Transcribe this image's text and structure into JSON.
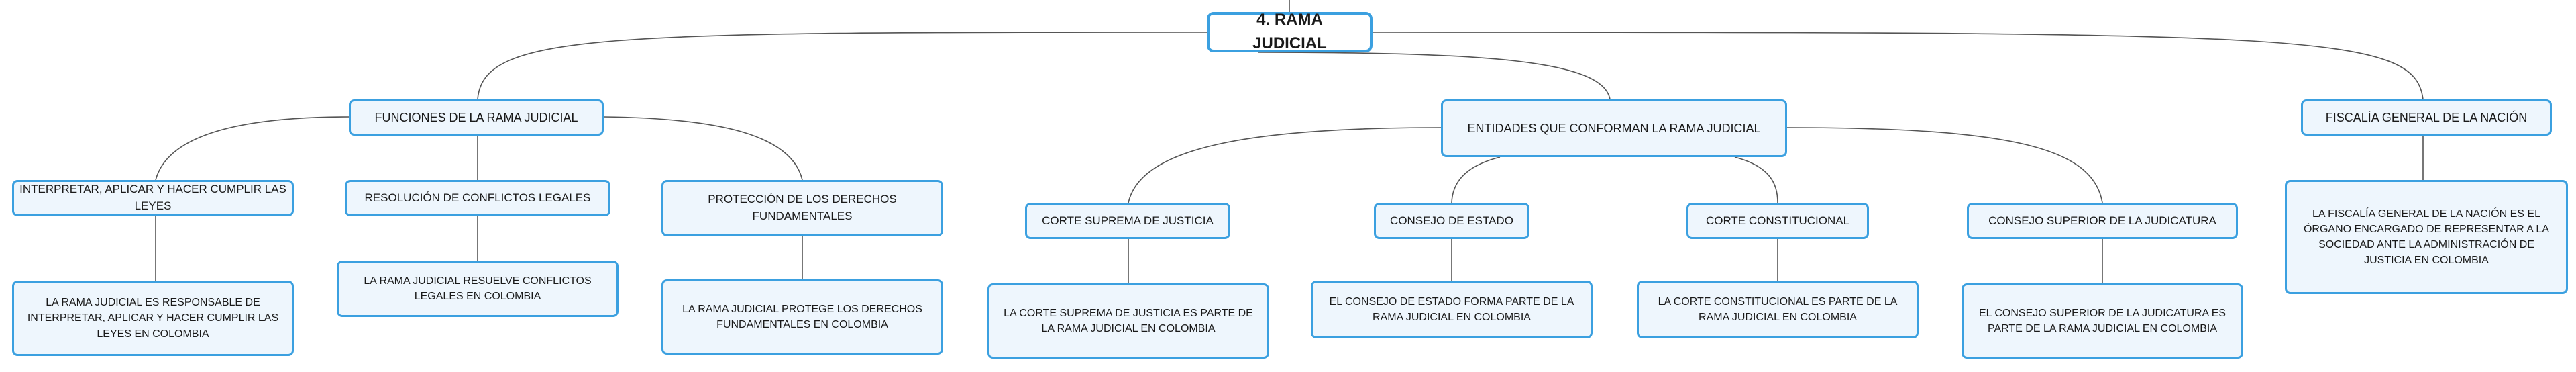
{
  "root": {
    "title": "4. RAMA JUDICIAL"
  },
  "branches": [
    {
      "label": "FUNCIONES DE LA RAMA JUDICIAL",
      "children": [
        {
          "label": "INTERPRETAR, APLICAR Y HACER CUMPLIR LAS LEYES",
          "detail": "LA RAMA JUDICIAL ES RESPONSABLE DE INTERPRETAR, APLICAR Y HACER CUMPLIR LAS LEYES EN COLOMBIA"
        },
        {
          "label": "RESOLUCIÓN DE CONFLICTOS LEGALES",
          "detail": "LA RAMA JUDICIAL RESUELVE CONFLICTOS LEGALES EN COLOMBIA"
        },
        {
          "label": "PROTECCIÓN DE LOS DERECHOS FUNDAMENTALES",
          "detail": "LA RAMA JUDICIAL PROTEGE LOS DERECHOS FUNDAMENTALES EN COLOMBIA"
        }
      ]
    },
    {
      "label": "ENTIDADES QUE CONFORMAN LA RAMA JUDICIAL",
      "children": [
        {
          "label": "CORTE SUPREMA DE JUSTICIA",
          "detail": "LA CORTE SUPREMA DE JUSTICIA ES PARTE DE LA RAMA JUDICIAL EN COLOMBIA"
        },
        {
          "label": "CONSEJO DE ESTADO",
          "detail": "EL CONSEJO DE ESTADO FORMA PARTE DE LA RAMA JUDICIAL EN COLOMBIA"
        },
        {
          "label": "CORTE CONSTITUCIONAL",
          "detail": "LA CORTE CONSTITUCIONAL ES PARTE DE LA RAMA JUDICIAL EN COLOMBIA"
        },
        {
          "label": "CONSEJO SUPERIOR DE LA JUDICATURA",
          "detail": "EL CONSEJO SUPERIOR DE LA JUDICATURA ES PARTE DE LA RAMA JUDICIAL EN COLOMBIA"
        }
      ]
    },
    {
      "label": "FISCALÍA GENERAL DE LA NACIÓN",
      "detail": "LA FISCALÍA GENERAL DE LA NACIÓN ES EL ÓRGANO ENCARGADO DE REPRESENTAR A LA SOCIEDAD ANTE LA ADMINISTRACIÓN DE JUSTICIA EN COLOMBIA"
    }
  ],
  "colors": {
    "border": "#3ba0e0",
    "fill": "#eef6fd",
    "line": "#555555"
  }
}
